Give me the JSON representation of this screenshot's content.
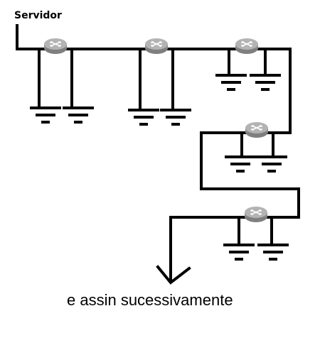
{
  "labels": {
    "server": "Servidor",
    "caption": "e assin sucessivamente"
  },
  "router_count": 5,
  "ground_count": 10,
  "colors": {
    "line": "#000000",
    "router_body": "#9a9a9a",
    "router_top": "#bdbdbd",
    "router_mark": "#ffffff",
    "background": "#ffffff"
  },
  "icons": [
    "router-icon",
    "ground-icon",
    "arrow-down-icon"
  ]
}
